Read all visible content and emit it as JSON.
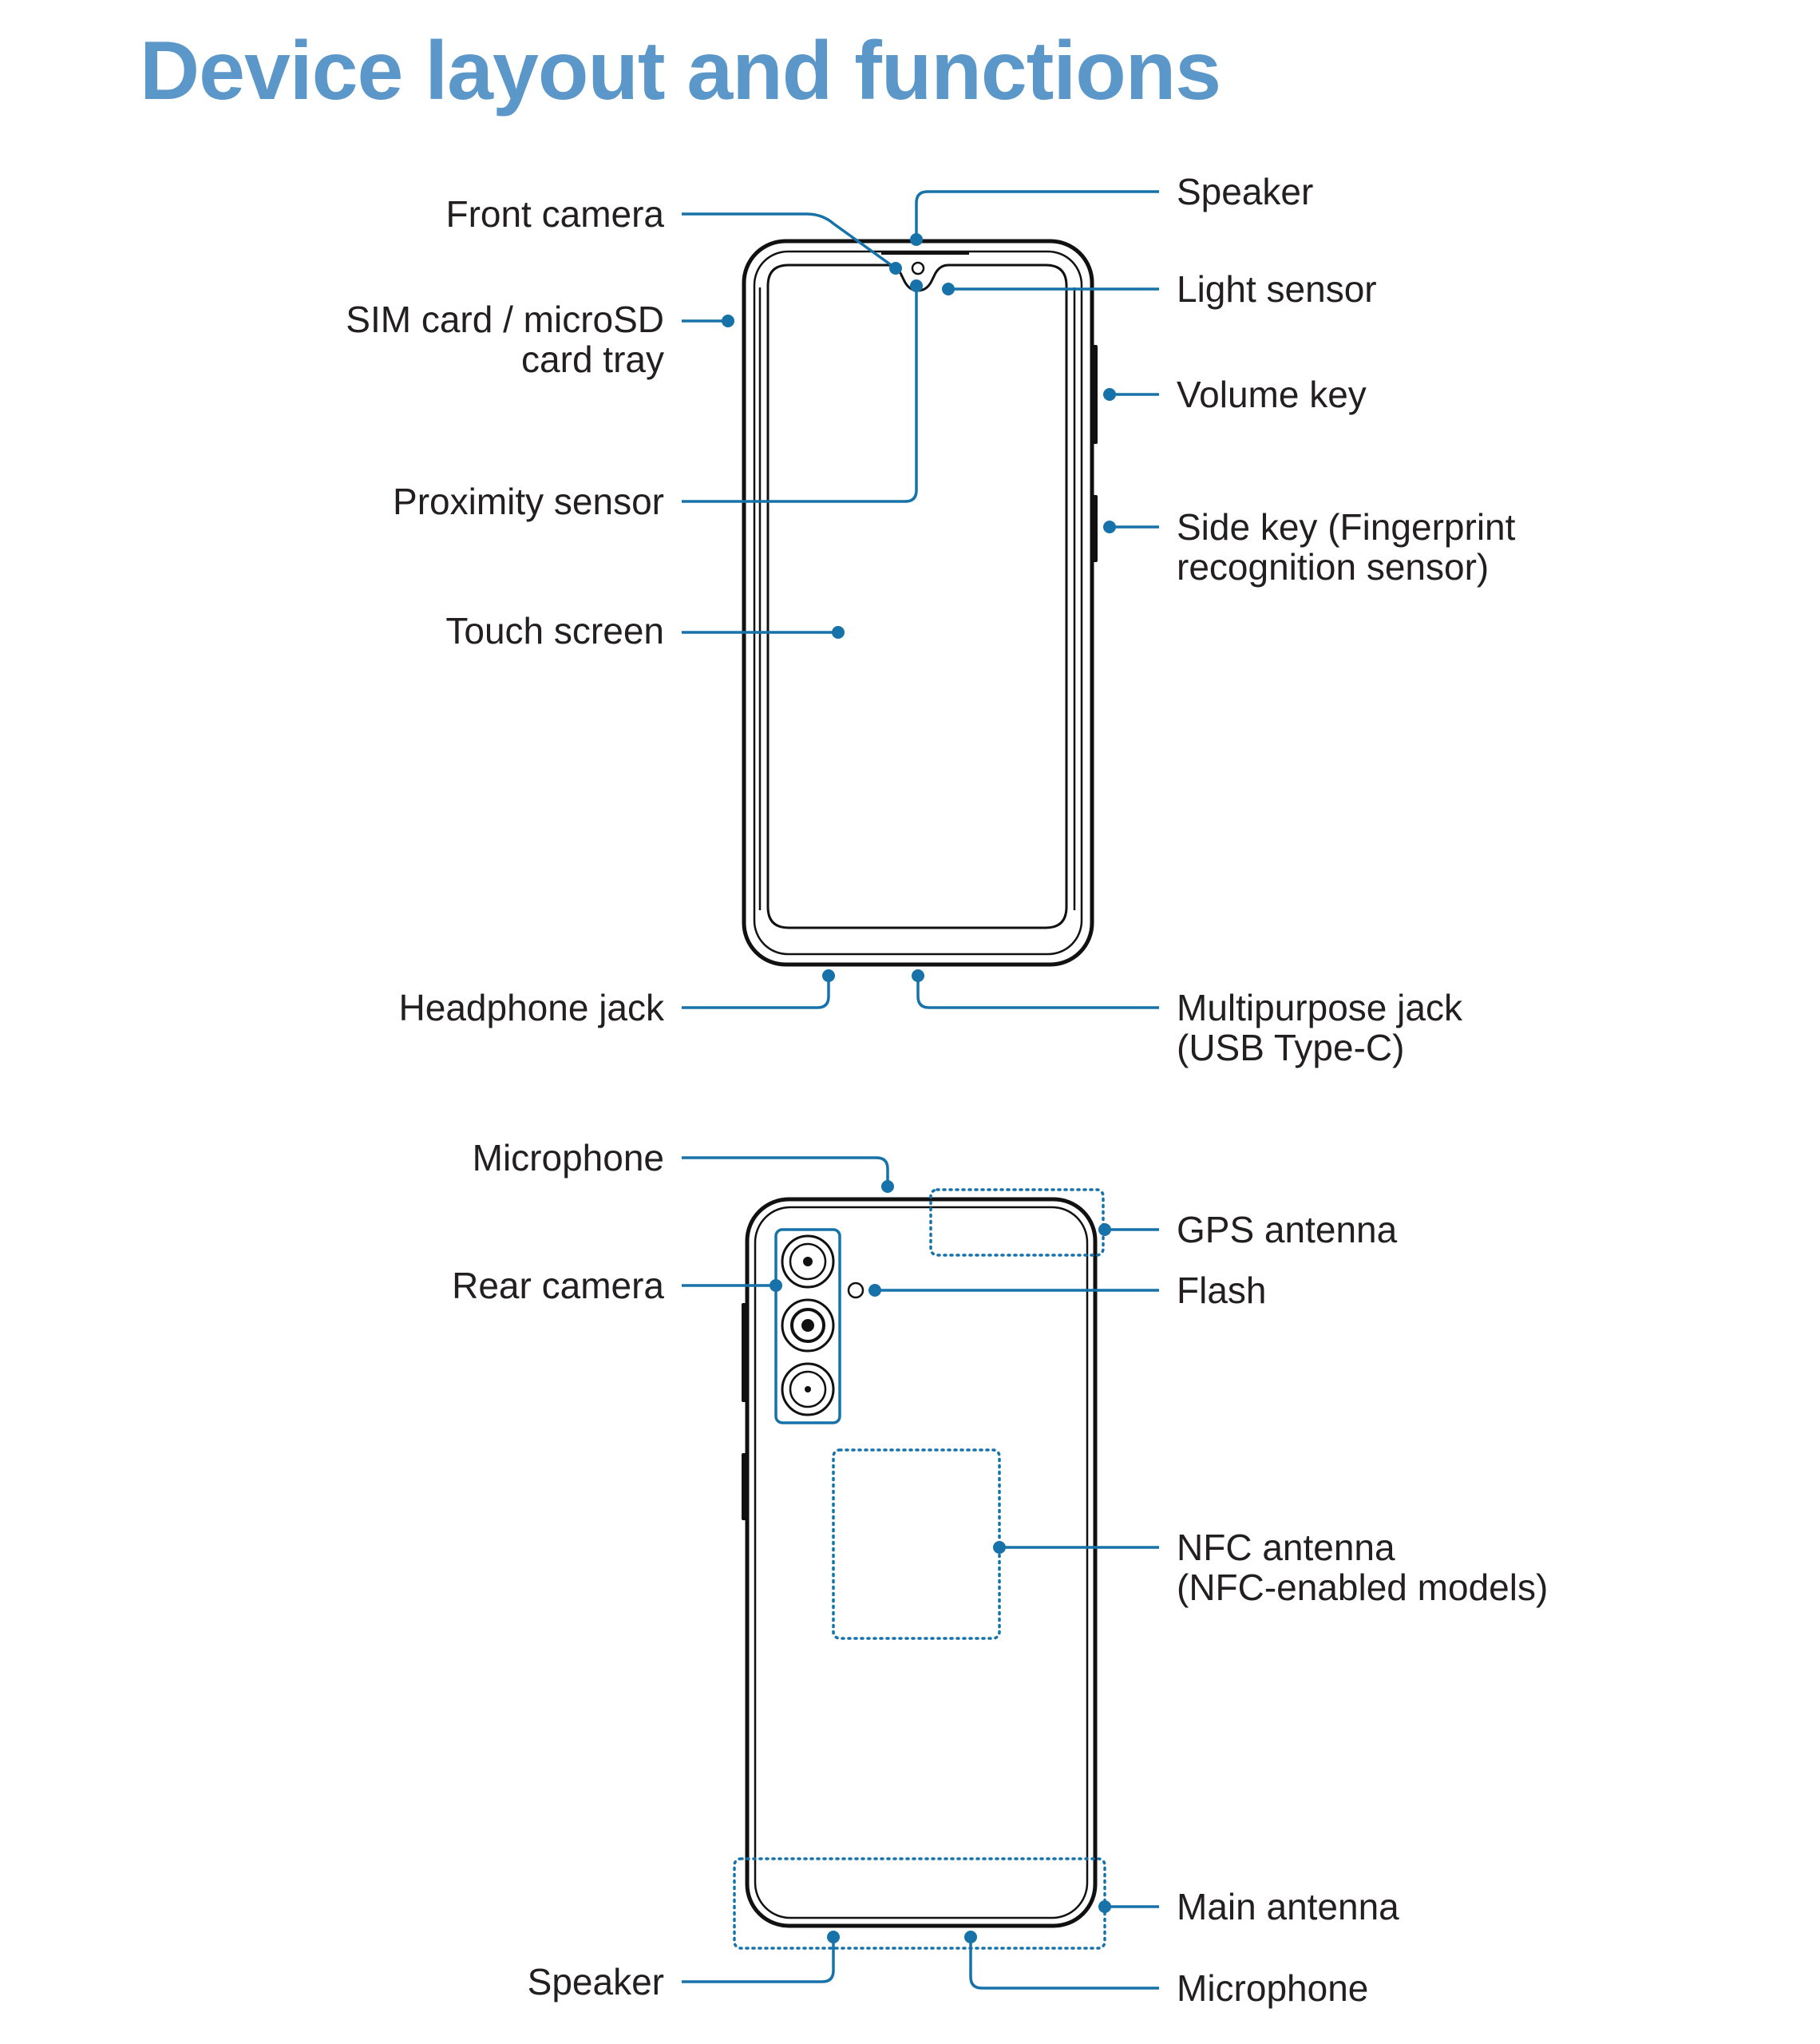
{
  "page": {
    "title": "Device layout and functions"
  },
  "front_view": {
    "left_labels": {
      "front_camera": "Front camera",
      "sim_tray_line1": "SIM card / microSD",
      "sim_tray_line2": "card tray",
      "proximity_sensor": "Proximity sensor",
      "touch_screen": "Touch screen",
      "headphone_jack": "Headphone jack"
    },
    "right_labels": {
      "speaker": "Speaker",
      "light_sensor": "Light sensor",
      "volume_key": "Volume key",
      "side_key_line1": "Side key (Fingerprint",
      "side_key_line2": "recognition sensor)",
      "multipurpose_jack_line1": "Multipurpose jack",
      "multipurpose_jack_line2": "(USB Type-C)"
    }
  },
  "rear_view": {
    "left_labels": {
      "microphone_top": "Microphone",
      "rear_camera": "Rear camera",
      "speaker_bottom": "Speaker"
    },
    "right_labels": {
      "gps_antenna": "GPS antenna",
      "flash": "Flash",
      "nfc_antenna_line1": "NFC antenna",
      "nfc_antenna_line2": "(NFC-enabled models)",
      "main_antenna": "Main antenna",
      "microphone_bottom": "Microphone"
    }
  },
  "colors": {
    "title": "#5b97c9",
    "leader": "#1672a8",
    "outline": "#111111",
    "text": "#231f20"
  }
}
